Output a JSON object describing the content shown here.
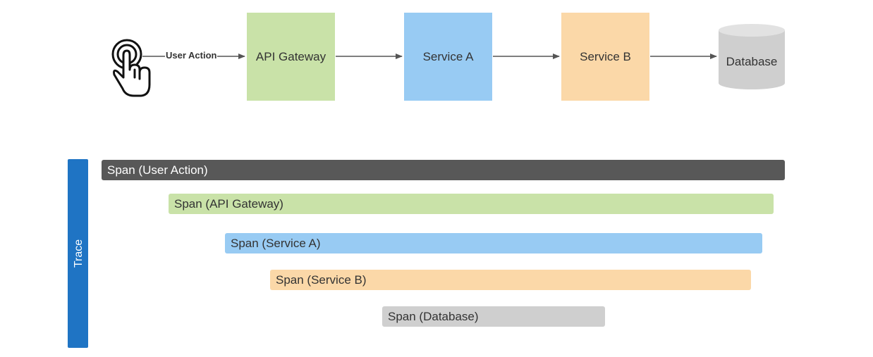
{
  "flow": {
    "user_action_label": "User Action",
    "nodes": {
      "gateway": "API Gateway",
      "service_a": "Service A",
      "service_b": "Service B",
      "database": "Database"
    }
  },
  "trace": {
    "label": "Trace",
    "spans": {
      "user": "Span (User Action)",
      "gateway": "Span (API Gateway)",
      "service_a": "Span (Service A)",
      "service_b": "Span (Service B)",
      "database": "Span (Database)"
    }
  },
  "colors": {
    "gateway": "#c9e2a8",
    "service_a": "#98cbf3",
    "service_b": "#fbd8a8",
    "database": "#cfcfcf",
    "database_top": "#e2e2e2",
    "user_span": "#585858",
    "trace": "#1f74c4",
    "arrow": "#555555"
  },
  "icons": {
    "user": "hand-tap-icon"
  }
}
